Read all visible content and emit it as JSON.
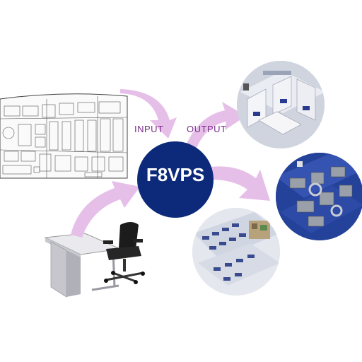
{
  "labels": {
    "input": "INPUT",
    "output": "OUTPUT",
    "hub": "F8VPS"
  },
  "colors": {
    "hub": "#0d2a7a",
    "arrow": "#e6bfe9",
    "label": "#7a2b8c"
  },
  "inputs": [
    "floor-plan-drawing",
    "desk-and-chair-model"
  ],
  "outputs": [
    "cubicle-office-render",
    "manufacturing-line-render",
    "open-office-render"
  ]
}
